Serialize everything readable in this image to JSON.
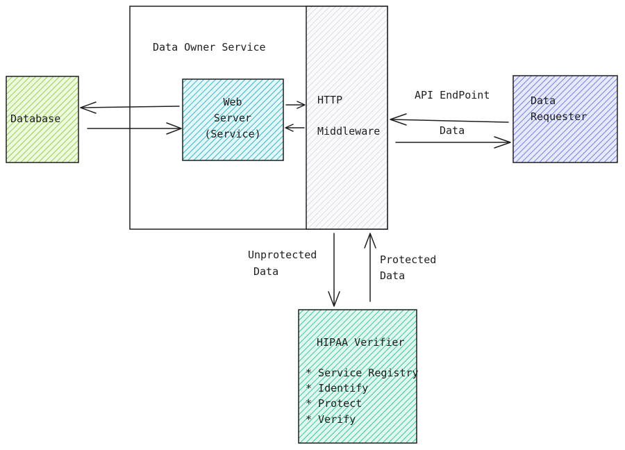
{
  "diagram": {
    "database": {
      "label": "Database",
      "color": "#b2f2bb"
    },
    "data_owner_service": {
      "label": "Data Owner Service"
    },
    "web_server": {
      "line1": "Web",
      "line2": "Server",
      "line3": "(Service)",
      "color": "#99e9f2"
    },
    "middleware": {
      "line1": "HTTP",
      "line2": "Middleware",
      "color": "#e9ecef"
    },
    "data_requester": {
      "line1": "Data",
      "line2": "Requester",
      "color": "#a5b4fc"
    },
    "hipaa_verifier": {
      "title": "HIPAA Verifier",
      "items": [
        "* Service Registry",
        "* Identify",
        "* Protect",
        "* Verify"
      ],
      "color": "#63e6be"
    },
    "edge_labels": {
      "api_endpoint": "API EndPoint",
      "data": "Data",
      "unprotected_1": "Unprotected",
      "unprotected_2": "Data",
      "protected_1": "Protected",
      "protected_2": "Data"
    }
  }
}
